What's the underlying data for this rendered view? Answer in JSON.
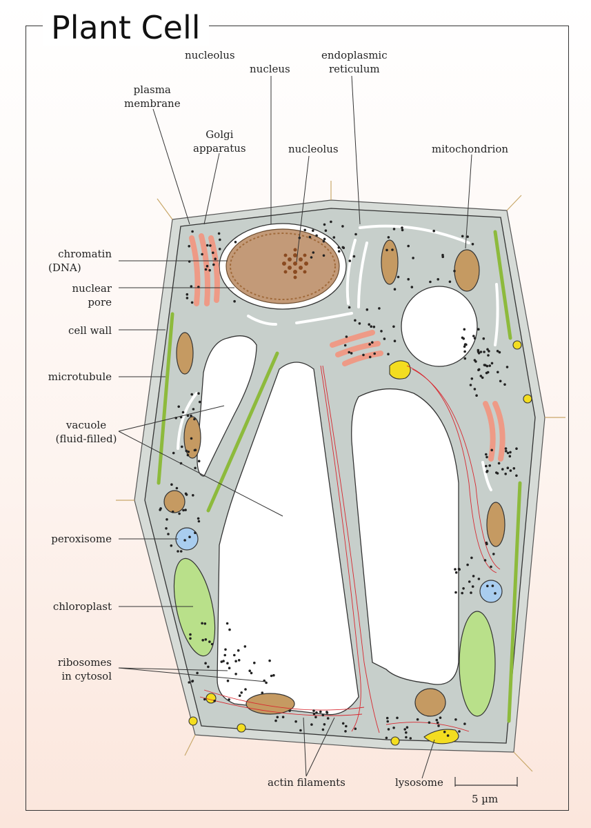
{
  "title": "Plant Cell",
  "labels": {
    "nucleolus_top": "nucleolus",
    "nucleus": "nucleus",
    "er_line1": "endoplasmic",
    "er_line2": "reticulum",
    "plasma_line1": "plasma",
    "plasma_line2": "membrane",
    "golgi_line1": "Golgi",
    "golgi_line2": "apparatus",
    "nucleolus": "nucleolus",
    "mitochondrion": "mitochondrion",
    "chromatin_line1": "chromatin",
    "chromatin_line2": "(DNA)",
    "nuclear_pore_line1": "nuclear",
    "nuclear_pore_line2": "pore",
    "cell_wall": "cell wall",
    "microtubule": "microtubule",
    "vacuole_line1": "vacuole",
    "vacuole_line2": "(fluid-filled)",
    "peroxisome": "peroxisome",
    "chloroplast": "chloroplast",
    "ribosomes_line1": "ribosomes",
    "ribosomes_line2": "in cytosol",
    "actin": "actin filaments",
    "lysosome": "lysosome",
    "scale": "5 µm"
  },
  "colors": {
    "cell_wall": "#d7dcd8",
    "cytosol": "#c9d1cd",
    "nucleus": "#c39a78",
    "golgi": "#ee9a86",
    "mitochondrion": "#c59a62",
    "chloroplast": "#b9e08a",
    "microtubule": "#8dba3c",
    "actin": "#d8262e",
    "peroxisome": "#a9cdef",
    "lysosome": "#f3dd20",
    "outline": "#6b6b6b"
  }
}
